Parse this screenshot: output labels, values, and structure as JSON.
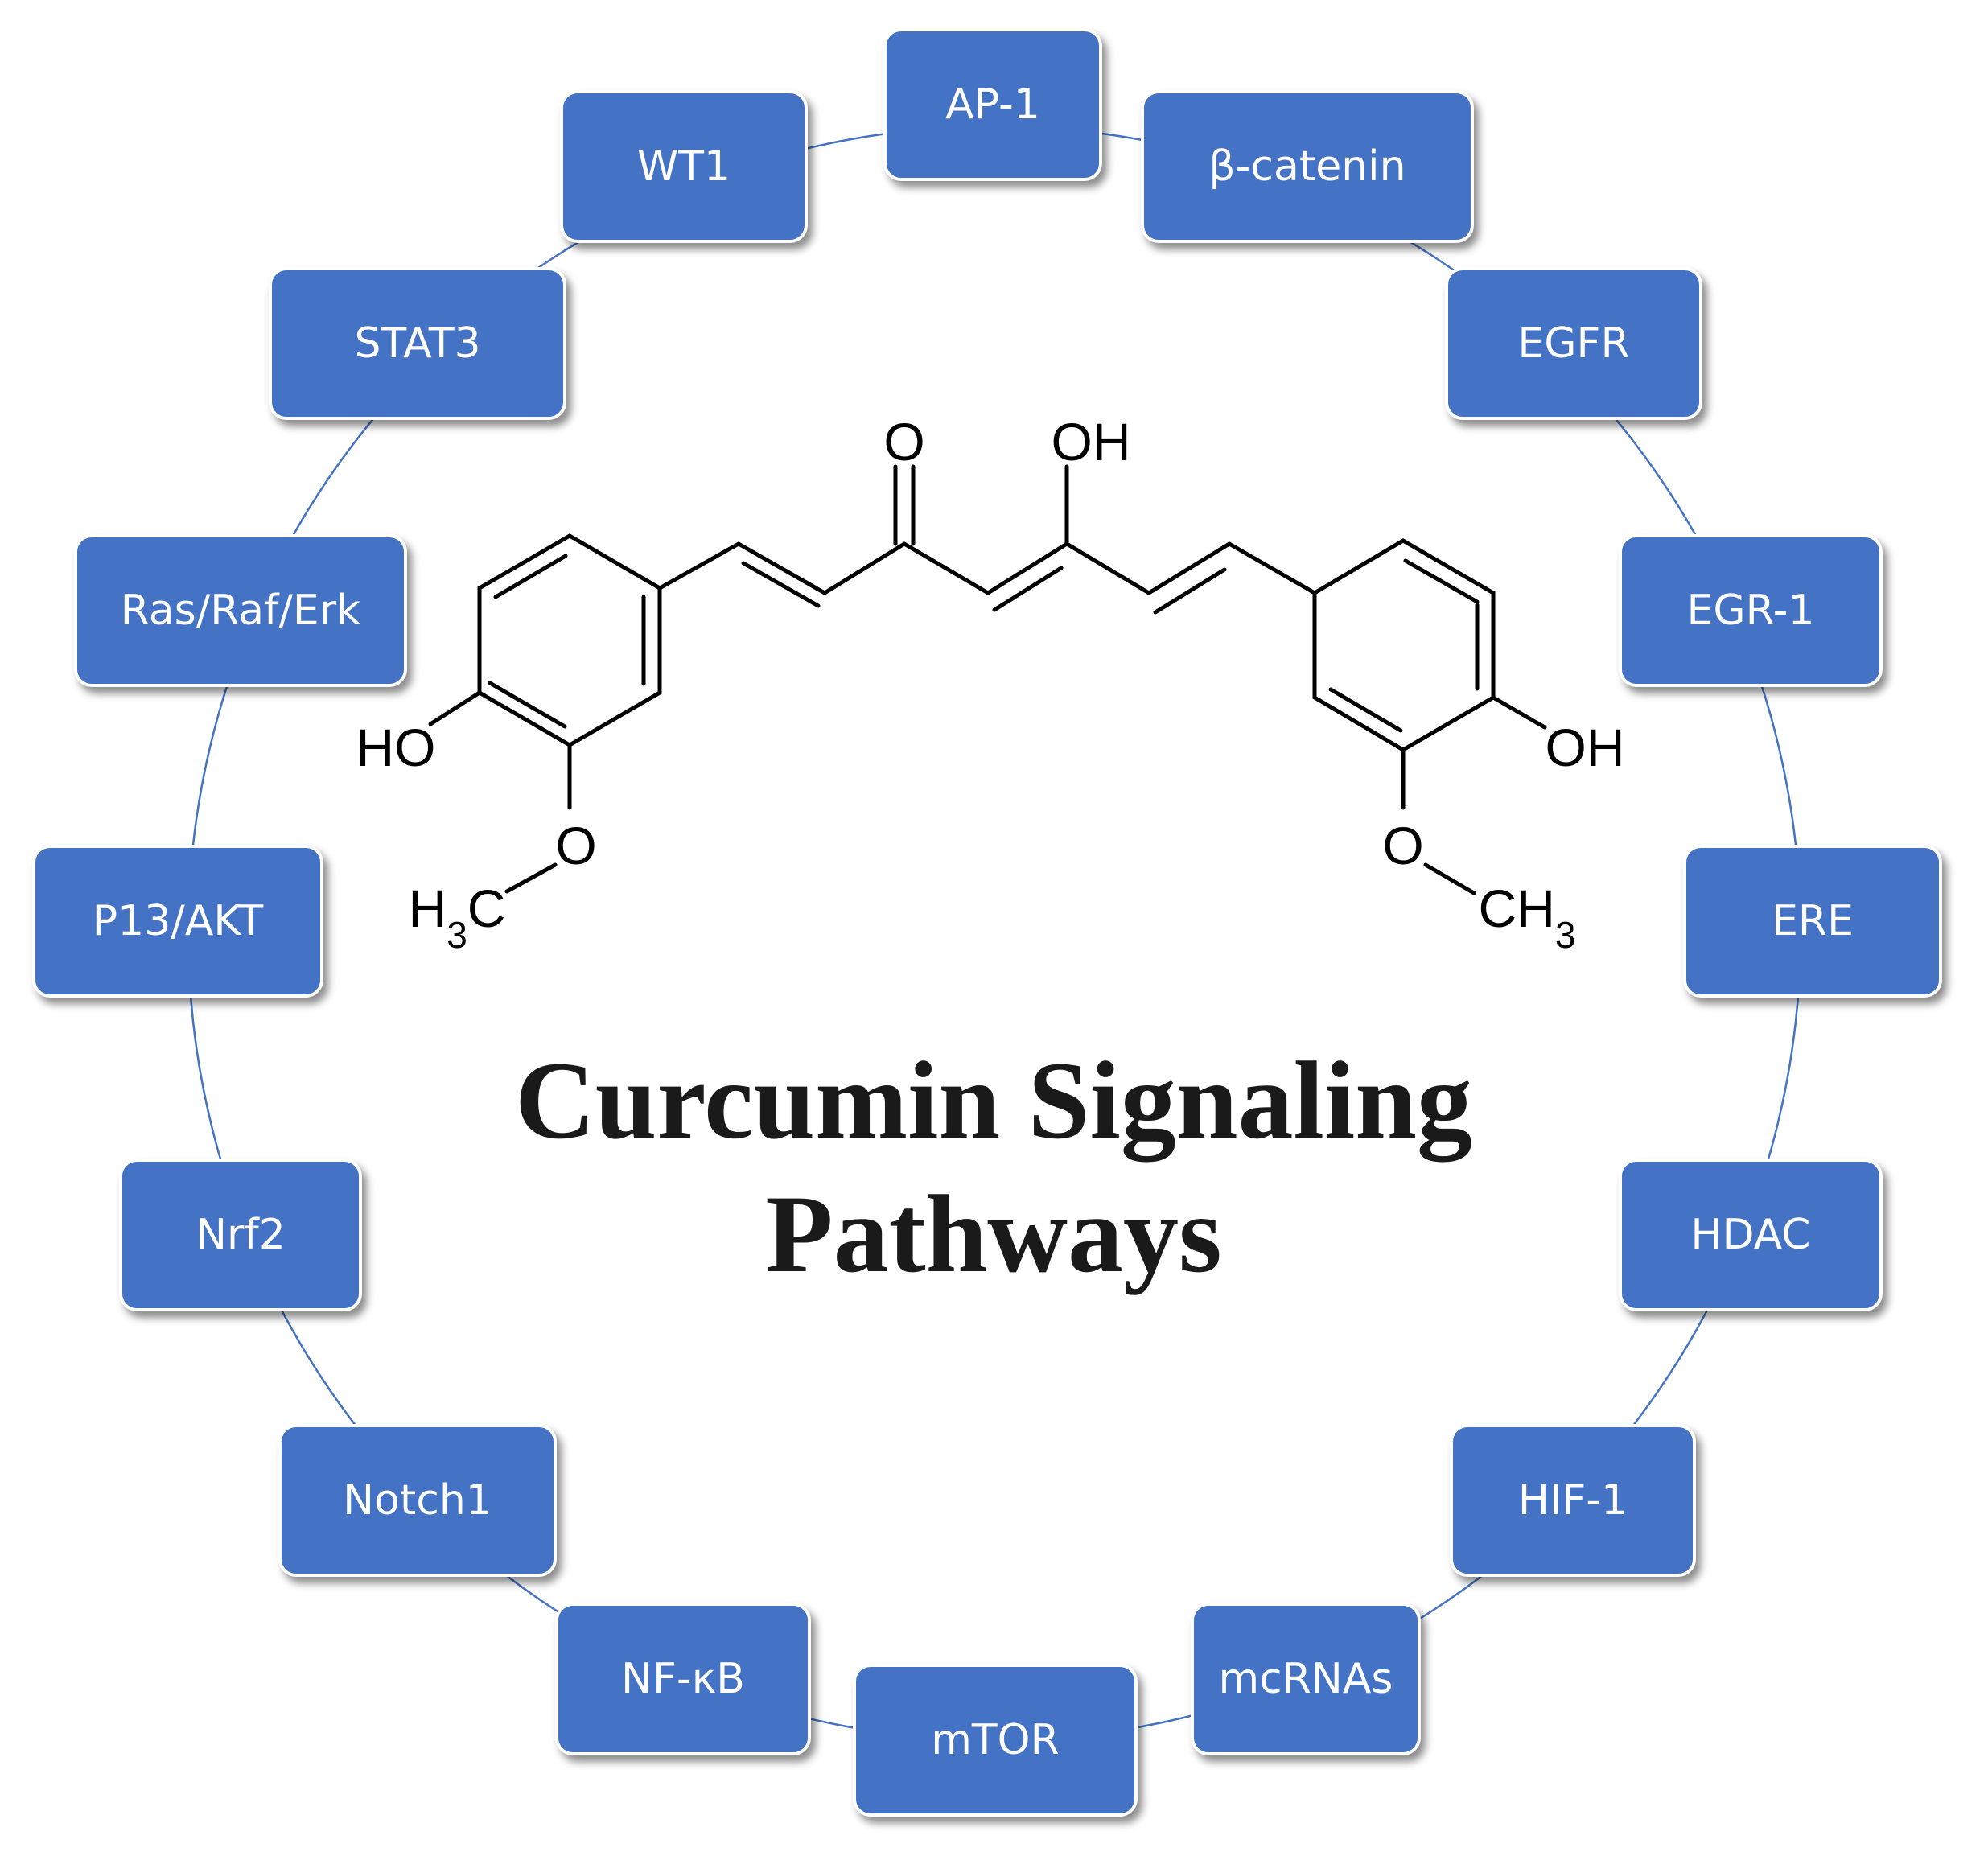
{
  "diagram": {
    "title_line1": "Curcumin Signaling",
    "title_line2": "Pathways",
    "node_color": "#4472c4",
    "ring_color": "#4472c4",
    "nodes": [
      {
        "id": "ap1",
        "label": "AP-1"
      },
      {
        "id": "beta-catenin",
        "label": "β-catenin"
      },
      {
        "id": "egfr",
        "label": "EGFR"
      },
      {
        "id": "egr1",
        "label": "EGR-1"
      },
      {
        "id": "ere",
        "label": "ERE"
      },
      {
        "id": "hdac",
        "label": "HDAC"
      },
      {
        "id": "hif1",
        "label": "HIF-1"
      },
      {
        "id": "mcrnas",
        "label": "mcRNAs"
      },
      {
        "id": "mtor",
        "label": "mTOR"
      },
      {
        "id": "nfkb",
        "label": "NF-κB"
      },
      {
        "id": "notch1",
        "label": "Notch1"
      },
      {
        "id": "nrf2",
        "label": "Nrf2"
      },
      {
        "id": "p13akt",
        "label": "P13/AKT"
      },
      {
        "id": "rasraferk",
        "label": "Ras/Raf/Erk"
      },
      {
        "id": "stat3",
        "label": "STAT3"
      },
      {
        "id": "wt1",
        "label": "WT1"
      }
    ],
    "molecule": {
      "atoms": {
        "o_keto": "O",
        "oh_enol": "OH",
        "ho_left": "HO",
        "oh_right": "OH",
        "o_left": "O",
        "o_right": "O",
        "methyl_left": "H3C",
        "methyl_right": "CH3"
      }
    }
  }
}
